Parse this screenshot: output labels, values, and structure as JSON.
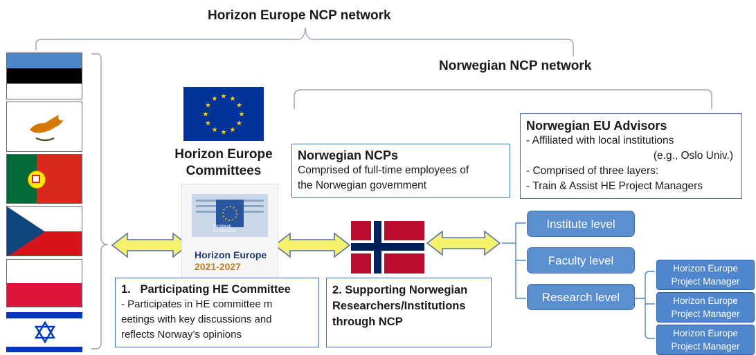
{
  "titles": {
    "horizon_network": "Horizon Europe NCP network",
    "norwegian_network": "Norwegian NCP network"
  },
  "committee": {
    "title_line1": "Horizon Europe",
    "title_line2": "Committees",
    "logo_commission_line1": "European",
    "logo_commission_line2": "Commission",
    "logo_name": "Horizon Europe",
    "logo_years": "2021-2027"
  },
  "ncps_box": {
    "title": "Norwegian NCPs",
    "line1": "Comprised of full-time employees of",
    "line2": "the Norwegian government"
  },
  "advisors_box": {
    "title": "Norwegian EU Advisors",
    "line1": "- Affiliated with local institutions",
    "line2": "(e.g., Oslo Univ.)",
    "line3": "- Comprised of three layers:",
    "line4": "- Train & Assist HE Project Managers"
  },
  "levels": {
    "institute": "Institute level",
    "faculty": "Faculty level",
    "research": "Research level"
  },
  "project_managers": [
    {
      "line1": "Horizon Europe",
      "line2": "Project Manager"
    },
    {
      "line1": "Horizon Europe",
      "line2": "Project Manager"
    },
    {
      "line1": "Horizon Europe",
      "line2": "Project Manager"
    }
  ],
  "box1": {
    "title": "1.   Participating HE Committee",
    "line1": "- Participates in HE committee m",
    "line2": "eetings with key discussions and",
    "line3": "reflects Norway’s opinions"
  },
  "box2": {
    "line1": "2. Supporting Norwegian",
    "line2": "Researchers/Institutions",
    "line3": "through NCP"
  },
  "colors": {
    "eu_blue": "#003399",
    "eu_star": "#ffcc00",
    "arrow_fill": "#f4f16c",
    "arrow_stroke": "#5a6fb0",
    "box_border": "#3b6fb0",
    "level_fill": "#5b8fd0",
    "norway_red": "#ba0c2f",
    "norway_blue": "#00205b"
  },
  "flags": [
    "estonia-flag",
    "cyprus-flag",
    "portugal-flag",
    "czech-flag",
    "poland-flag",
    "israel-flag"
  ]
}
